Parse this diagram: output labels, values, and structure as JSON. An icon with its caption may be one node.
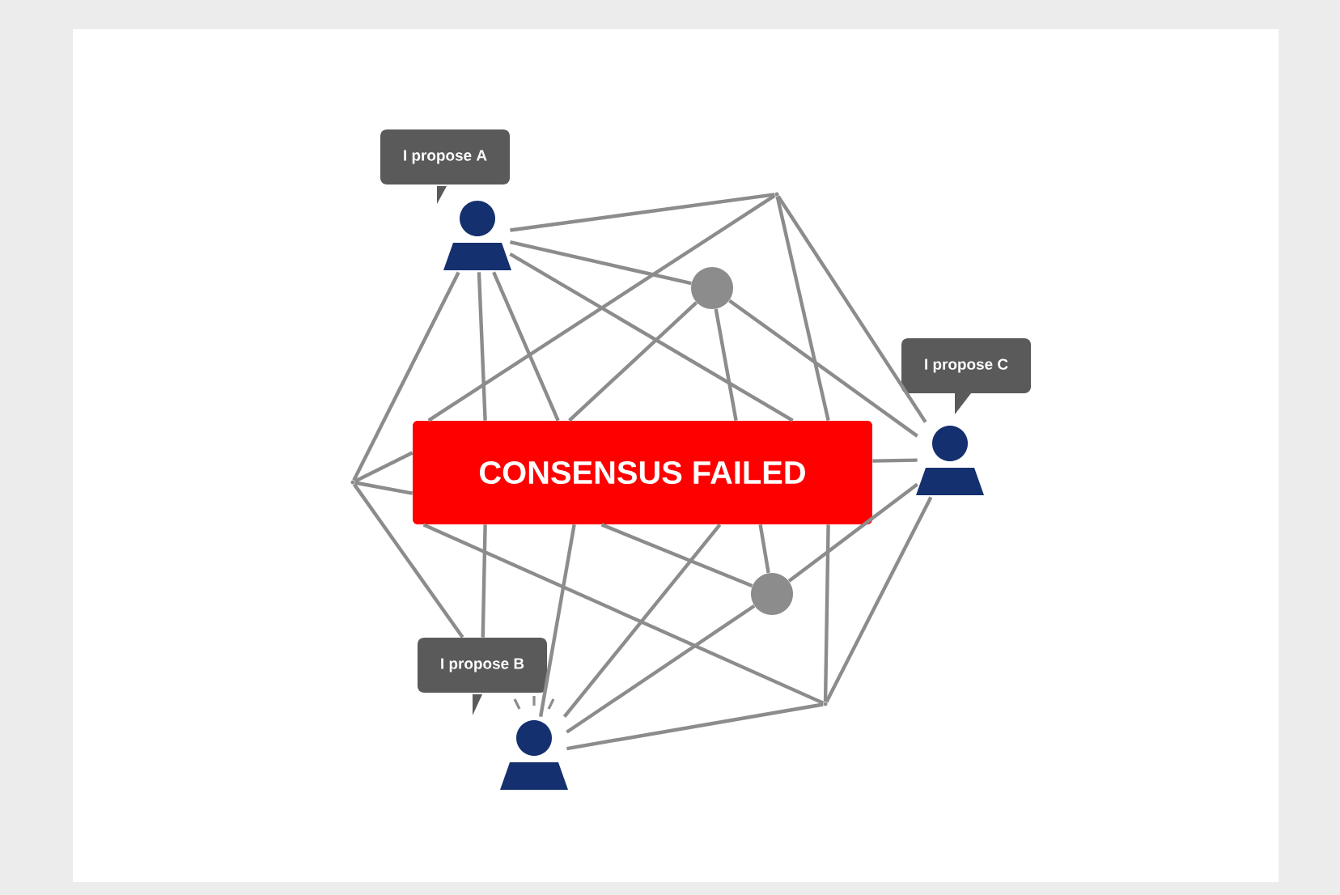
{
  "diagram": {
    "nodes": [
      {
        "text": [
          "I propose A"
        ]
      },
      {
        "text": [],
        "shape": "person"
      },
      {
        "text": [
          "I propose C"
        ]
      },
      {
        "text": [],
        "shape": "person"
      },
      {
        "text": [
          "CONSENSUS FAILED"
        ]
      },
      {
        "text": [
          "I propose B"
        ]
      },
      {
        "text": [],
        "shape": "person"
      },
      {
        "text": [],
        "shape": "circle"
      },
      {
        "text": [],
        "shape": "circle"
      },
      {
        "text": [],
        "shape": "point"
      },
      {
        "text": [],
        "shape": "point"
      },
      {
        "text": [],
        "shape": "point"
      }
    ],
    "edges": [
      {
        "from": 1,
        "to": 9,
        "arrow": "none"
      },
      {
        "from": 1,
        "to": 7,
        "arrow": "none"
      },
      {
        "from": 7,
        "to": 3,
        "arrow": "none"
      },
      {
        "from": 9,
        "to": 3,
        "arrow": "none"
      },
      {
        "from": 1,
        "to": 10,
        "arrow": "none"
      },
      {
        "from": 1,
        "to": 4,
        "arrow": "none"
      },
      {
        "from": 1,
        "to": 4,
        "arrow": "none"
      },
      {
        "from": 1,
        "to": 4,
        "arrow": "none"
      },
      {
        "from": 9,
        "to": 4,
        "arrow": "none"
      },
      {
        "from": 7,
        "to": 4,
        "arrow": "none"
      },
      {
        "from": 7,
        "to": 4,
        "arrow": "none"
      },
      {
        "from": 9,
        "to": 4,
        "arrow": "none"
      },
      {
        "from": 3,
        "to": 4,
        "arrow": "none"
      },
      {
        "from": 10,
        "to": 4,
        "arrow": "none"
      },
      {
        "from": 10,
        "to": 4,
        "arrow": "none"
      },
      {
        "from": 4,
        "to": 5,
        "arrow": "none"
      },
      {
        "from": 4,
        "to": 6,
        "arrow": "none"
      },
      {
        "from": 4,
        "to": 6,
        "arrow": "none"
      },
      {
        "from": 4,
        "to": 8,
        "arrow": "none"
      },
      {
        "from": 4,
        "to": 11,
        "arrow": "none"
      },
      {
        "from": 4,
        "to": 11,
        "arrow": "none"
      },
      {
        "from": 4,
        "to": 8,
        "arrow": "none"
      },
      {
        "from": 10,
        "to": 5,
        "arrow": "none"
      },
      {
        "from": 8,
        "to": 3,
        "arrow": "none"
      },
      {
        "from": 8,
        "to": 6,
        "arrow": "none"
      },
      {
        "from": 11,
        "to": 6,
        "arrow": "none"
      },
      {
        "from": 11,
        "to": 3,
        "arrow": "none"
      }
    ]
  }
}
